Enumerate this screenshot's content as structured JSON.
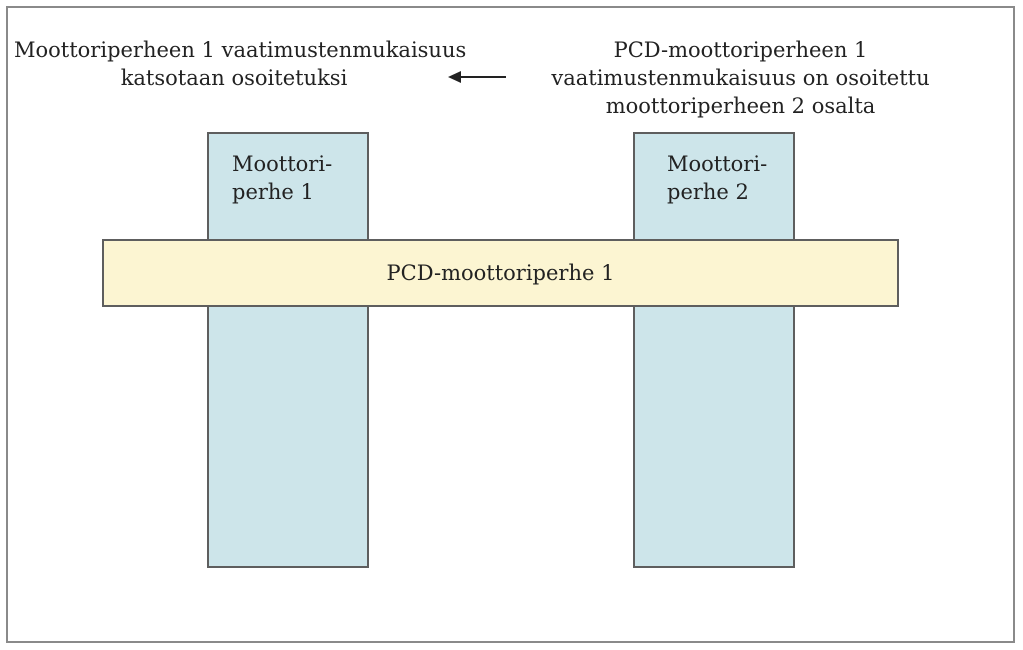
{
  "notes": {
    "left": [
      "Moottoriperheen 1 vaatimustenmukaisuus",
      "katsotaan osoitetuksi"
    ],
    "right": [
      "PCD-moottoriperheen 1",
      "vaatimustenmukaisuus on osoitettu",
      "moottoriperheen 2 osalta"
    ]
  },
  "columns": [
    {
      "label": [
        "Moottori-",
        "perhe 1"
      ]
    },
    {
      "label": [
        "Moottori-",
        "perhe 2"
      ]
    }
  ],
  "band": {
    "label": "PCD-moottoriperhe 1"
  },
  "colors": {
    "column_fill": "#cde5ea",
    "band_fill": "#fcf5d2",
    "outline": "#5e5e5e",
    "frame": "#8a8a8a"
  },
  "icons": {
    "arrow": "arrow-left-icon"
  }
}
